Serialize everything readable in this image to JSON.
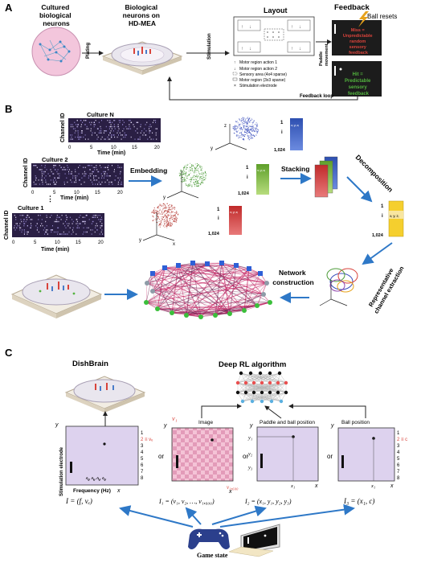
{
  "panelA": {
    "label": "A",
    "cultured": [
      "Cultured",
      "biological",
      "neurons"
    ],
    "plating": "Plating",
    "biological": [
      "Biological",
      "neurons on",
      "HD-MEA"
    ],
    "stimulation": "Stimulation",
    "layout_title": "Layout",
    "legend": [
      "Motor region action 1",
      "Motor region action 2",
      "Sensory area (4x4 sparse)",
      "Motor region (3x3 sparse)",
      "Stimulation electrode"
    ],
    "paddle_movement": [
      "Paddle",
      "movement"
    ],
    "feedback_title": "Feedback",
    "ball_resets": "Ball resets",
    "miss": [
      "Miss =",
      "Unpredictable",
      "random",
      "sensory",
      "feedback"
    ],
    "hit": [
      "Hit =",
      "Predictable",
      "sensory",
      "feedback"
    ],
    "feedback_loop": "Feedback loop"
  },
  "panelB": {
    "label": "B",
    "cultures": [
      {
        "name": "Culture N"
      },
      {
        "name": "Culture 2"
      },
      {
        "name": "Culture 1"
      }
    ],
    "channel_id": "Channel ID",
    "time_label": "Time (min)",
    "time_ticks": [
      "0",
      "5",
      "10",
      "15",
      "20"
    ],
    "embedding": "Embedding",
    "stacking": "Stacking",
    "decomposition": "Decomposition",
    "rep_channel": [
      "Representative",
      "channel extraction"
    ],
    "network_construction": [
      "Network",
      "construction"
    ],
    "matrix_top": "1",
    "matrix_i": "i",
    "matrix_bottom": "1,024",
    "matrix_head": "xᵢ yᵢ zᵢ",
    "axis": {
      "x": "x",
      "y": "y",
      "z": "z"
    }
  },
  "panelC": {
    "label": "C",
    "dishbrain": "DishBrain",
    "deep_rl": "Deep RL algorithm",
    "y_label": "Stimulation electrode",
    "x_label": "Frequency (Hz)",
    "ticks": [
      "1",
      "2",
      "3",
      "4",
      "5",
      "6",
      "7",
      "8"
    ],
    "ve_label": "≡ vₑ",
    "eq0": "I = (f, vₑ)",
    "image_title": "Image",
    "v1": "v₁",
    "v1600": "v₁,₆₀₀",
    "eq1": "I₁ = (v₁, v₂, …, v₁,₆₀₀)",
    "paddle_title": "Paddle and ball position",
    "paddle_y": [
      "y₁",
      "y₂",
      "y₃"
    ],
    "x1": "x₁",
    "eq2": "I₂ = (x₁, y₁, y₂, y₃)",
    "ball_title": "Ball position",
    "c_label": "≡ c",
    "eq3": "I₃ = (x₁, c)",
    "or": "or",
    "game_state": "Game state",
    "axis_x": "x",
    "axis_y": "y"
  },
  "colors": {
    "pink_dish": "#f3c6dc",
    "blue_arrow": "#2e78c7",
    "lavender": "#ddd2ee",
    "miss_red": "#d9433b",
    "hit_green": "#52b33e",
    "raster_bg": "#2a1f44",
    "dark_panel": "#1c1c1c"
  },
  "icons": [
    "controller-icon",
    "monitor-icon",
    "neural-network-icon",
    "dish-icon"
  ]
}
